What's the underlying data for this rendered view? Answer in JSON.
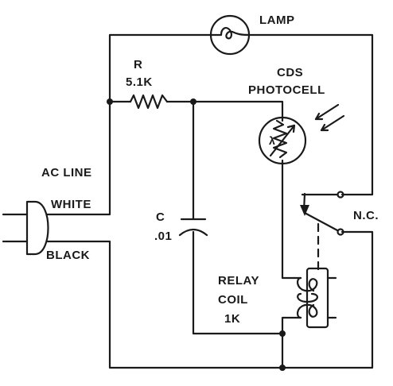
{
  "labels": {
    "lamp": "LAMP",
    "resistor_name": "R",
    "resistor_value": "5.1K",
    "photocell_line1": "CDS",
    "photocell_line2": "PHOTOCELL",
    "lambda": "λ",
    "ac_line": "AC LINE",
    "white": "WHITE",
    "black": "BLACK",
    "cap_name": "C",
    "cap_value": ".01",
    "nc": "N.C.",
    "relay_line1": "RELAY",
    "relay_line2": "COIL",
    "relay_line3": "1K"
  },
  "colors": {
    "ink": "#1a1a1a",
    "background": "#ffffff"
  }
}
